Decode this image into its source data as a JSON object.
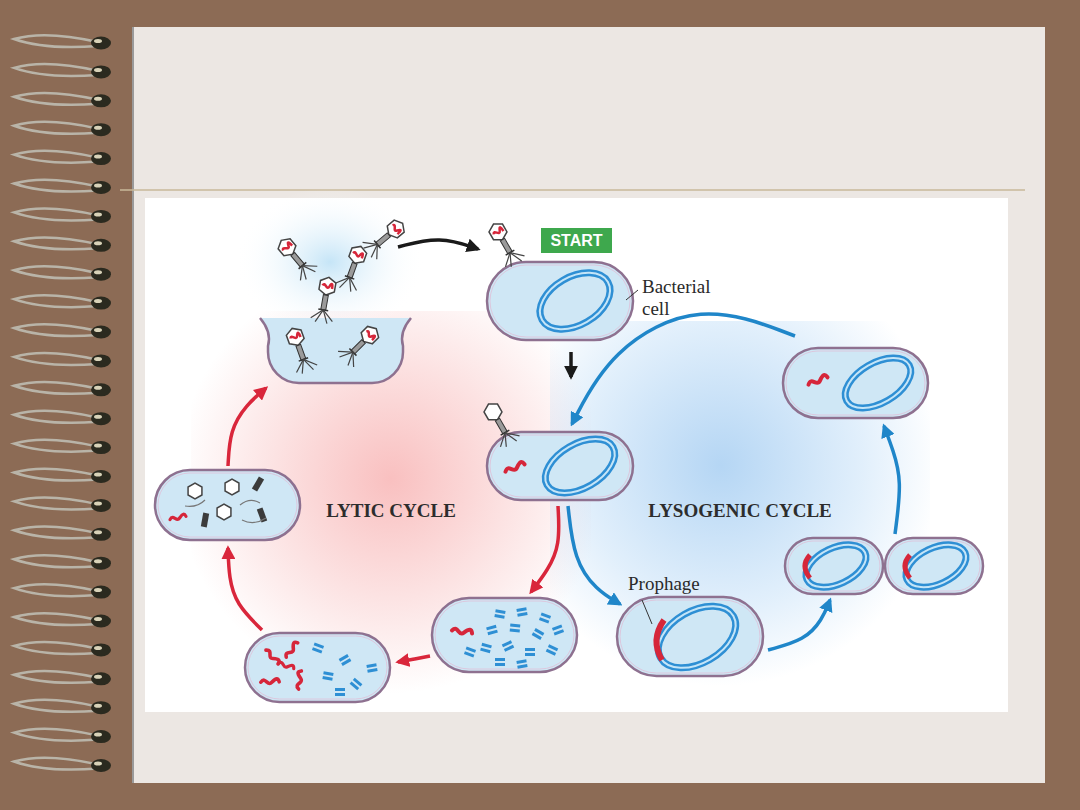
{
  "diagram": {
    "nodes": [
      {
        "text": [
          "START"
        ]
      },
      {
        "text": [
          "LYTIC CYCLE"
        ]
      },
      {
        "text": [
          "LYSOGENIC CYCLE"
        ]
      }
    ],
    "labels": [
      "Bacterial cell",
      "Prophage"
    ]
  }
}
